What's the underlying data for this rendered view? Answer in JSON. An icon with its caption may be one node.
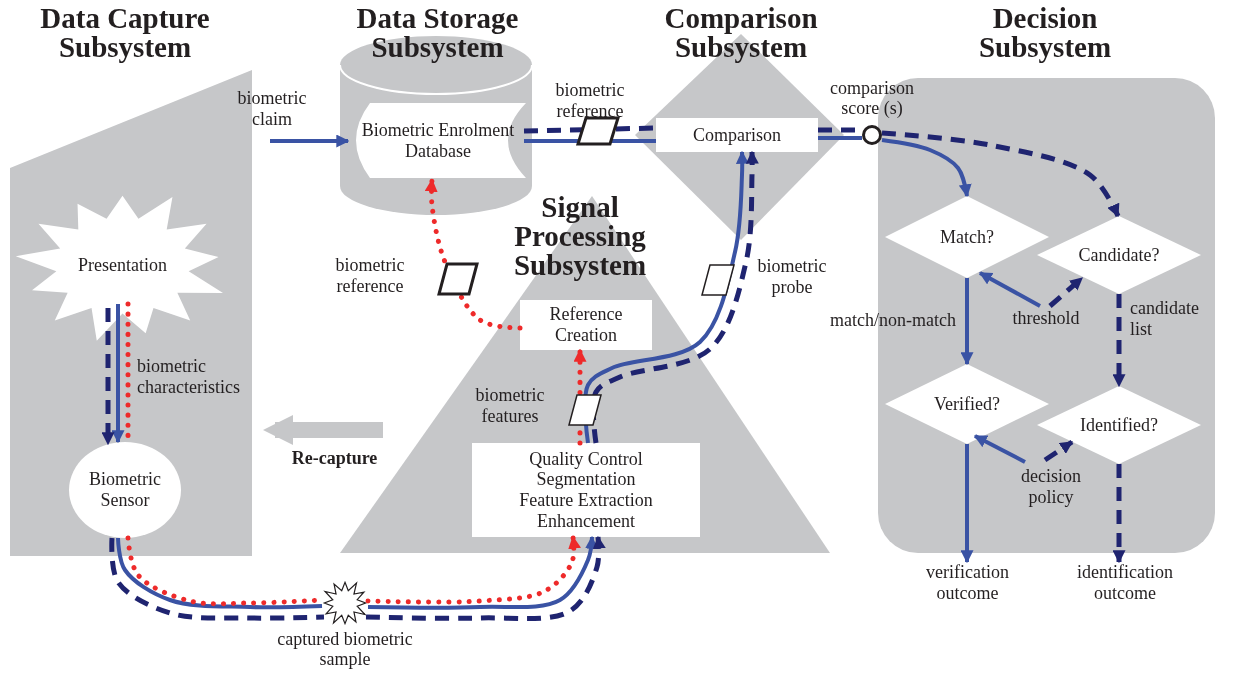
{
  "diagram": {
    "nodes": [
      {
        "text": [
          "Data Capture Subsystem"
        ]
      },
      {
        "text": [
          "Presentation"
        ],
        "in": 0
      },
      {
        "text": [
          "Biometric Sensor"
        ],
        "in": 0
      },
      {
        "text": [
          "Data Storage Subsystem"
        ]
      },
      {
        "text": [
          "Biometric Enrolment Database"
        ],
        "in": 3
      },
      {
        "text": [
          "Comparison Subsystem"
        ]
      },
      {
        "text": [
          "Comparison"
        ],
        "in": 5
      },
      {
        "text": [
          "Signal Processing Subsystem"
        ]
      },
      {
        "text": [
          "Reference Creation"
        ],
        "in": 7
      },
      {
        "text": [
          "Quality Control",
          "Segmentation",
          "Feature Extraction",
          "Enhancement"
        ],
        "in": 7
      },
      {
        "text": [
          "Decision Subsystem"
        ]
      },
      {
        "text": [
          "Match?"
        ],
        "in": 10
      },
      {
        "text": [
          "Candidate?"
        ],
        "in": 10
      },
      {
        "text": [
          "Verified?"
        ],
        "in": 10
      },
      {
        "text": [
          "Identified?"
        ],
        "in": 10
      },
      {
        "text": [],
        "shape": "star",
        "beside": [
          "captured biometric sample"
        ]
      },
      {
        "text": [],
        "shape": "circle",
        "beside": [
          "comparison score (s)"
        ]
      },
      {
        "text": [
          "biometric claim"
        ]
      },
      {
        "text": [
          "threshold"
        ],
        "in": 10
      },
      {
        "text": [
          "decision policy"
        ],
        "in": 10
      },
      {
        "text": [
          "verification outcome"
        ]
      },
      {
        "text": [
          "identification outcome"
        ]
      }
    ],
    "edges": [
      {
        "from": 17,
        "to": 4,
        "arrow": "to"
      },
      {
        "from": 1,
        "to": 2,
        "arrow": "to",
        "label": "biometric characteristics"
      },
      {
        "from": 1,
        "to": 2,
        "arrow": "to",
        "style": "dashed",
        "color": "#1f2470"
      },
      {
        "from": 1,
        "to": 2,
        "arrow": "none",
        "style": "dashed",
        "color": "#ee2a2a"
      },
      {
        "from": 2,
        "to": 15,
        "arrow": "none"
      },
      {
        "from": 2,
        "to": 15,
        "arrow": "none",
        "style": "dashed",
        "color": "#1f2470"
      },
      {
        "from": 2,
        "to": 15,
        "arrow": "none",
        "style": "dashed",
        "color": "#ee2a2a"
      },
      {
        "from": 15,
        "to": 9,
        "arrow": "to"
      },
      {
        "from": 15,
        "to": 9,
        "arrow": "to",
        "style": "dashed",
        "color": "#1f2470"
      },
      {
        "from": 15,
        "to": 9,
        "arrow": "to",
        "style": "dashed",
        "color": "#ee2a2a"
      },
      {
        "from": 9,
        "to": 8,
        "arrow": "to",
        "style": "dashed",
        "color": "#ee2a2a"
      },
      {
        "from": 8,
        "to": 4,
        "arrow": "to",
        "style": "dashed",
        "color": "#ee2a2a",
        "label": "biometric reference"
      },
      {
        "from": 9,
        "to": 6,
        "arrow": "to",
        "label": "biometric features"
      },
      {
        "from": 9,
        "to": 6,
        "arrow": "to",
        "style": "dashed",
        "color": "#1f2470",
        "label": "biometric probe"
      },
      {
        "from": 4,
        "to": 6,
        "arrow": "none",
        "label": "biometric reference"
      },
      {
        "from": 4,
        "to": 6,
        "arrow": "none",
        "style": "dashed",
        "color": "#1f2470"
      },
      {
        "from": 6,
        "to": 16,
        "arrow": "none"
      },
      {
        "from": 6,
        "to": 16,
        "arrow": "none",
        "style": "dashed",
        "color": "#1f2470"
      },
      {
        "from": 16,
        "to": 11,
        "arrow": "to"
      },
      {
        "from": 16,
        "to": 12,
        "arrow": "to",
        "style": "dashed",
        "color": "#1f2470"
      },
      {
        "from": 18,
        "to": 11,
        "arrow": "to"
      },
      {
        "from": 18,
        "to": 12,
        "arrow": "to",
        "style": "dashed",
        "color": "#1f2470"
      },
      {
        "from": 11,
        "to": 13,
        "arrow": "to",
        "label": "match/non-match"
      },
      {
        "from": 12,
        "to": 14,
        "arrow": "to",
        "style": "dashed",
        "color": "#1f2470",
        "label": "candidate list"
      },
      {
        "from": 19,
        "to": 13,
        "arrow": "to"
      },
      {
        "from": 19,
        "to": 14,
        "arrow": "to",
        "style": "dashed",
        "color": "#1f2470"
      },
      {
        "from": 13,
        "to": 20,
        "arrow": "to"
      },
      {
        "from": 14,
        "to": 21,
        "arrow": "to",
        "style": "dashed",
        "color": "#1f2470"
      },
      {
        "from": 7,
        "to": 0,
        "arrow": "to",
        "style": "thick",
        "color": "#c6c7c9",
        "label": "Re-capture"
      }
    ]
  }
}
